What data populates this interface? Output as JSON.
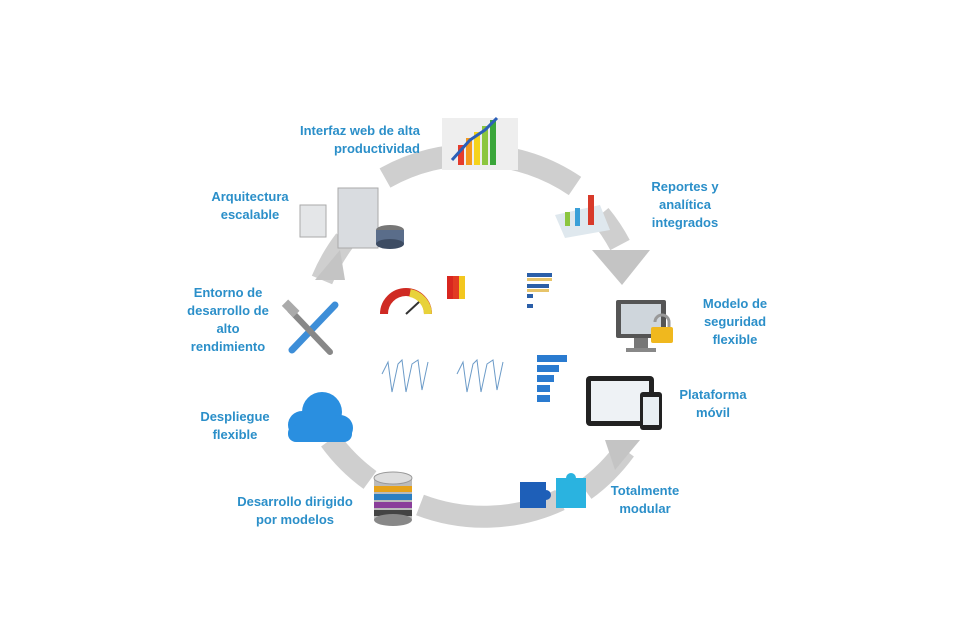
{
  "nodes": [
    {
      "id": "web",
      "lines": [
        "Interfaz web de alta",
        "productividad"
      ]
    },
    {
      "id": "reports",
      "lines": [
        "Reportes y",
        "analítica",
        "integrados"
      ]
    },
    {
      "id": "security",
      "lines": [
        "Modelo de",
        "seguridad",
        "flexible"
      ]
    },
    {
      "id": "mobile",
      "lines": [
        "Plataforma",
        "móvil"
      ]
    },
    {
      "id": "modular",
      "lines": [
        "Totalmente",
        "modular"
      ]
    },
    {
      "id": "models",
      "lines": [
        "Desarrollo dirigido",
        "por modelos"
      ]
    },
    {
      "id": "deploy",
      "lines": [
        "Despliegue",
        "flexible"
      ]
    },
    {
      "id": "devenv",
      "lines": [
        "Entorno de",
        "desarrollo de",
        "alto",
        "rendimiento"
      ]
    },
    {
      "id": "arch",
      "lines": [
        "Arquitectura",
        "escalable"
      ]
    }
  ],
  "colors": {
    "label": "#2b8fc9",
    "ring": "#c9c9c9"
  }
}
